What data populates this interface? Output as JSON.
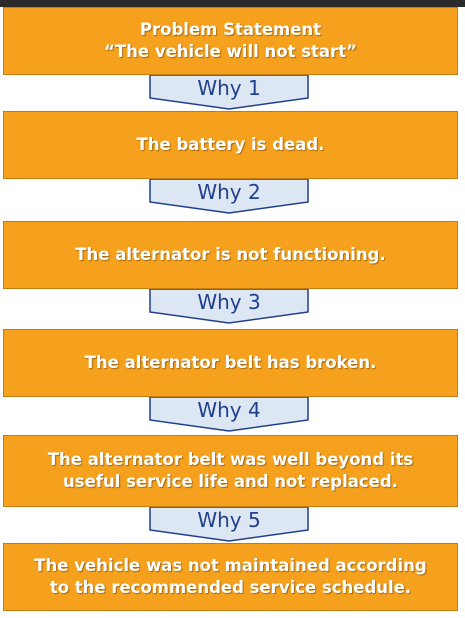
{
  "problem": {
    "line1": "Problem Statement",
    "line2": "“The vehicle will not start”"
  },
  "whys": [
    {
      "label": "Why 1",
      "answer_lines": [
        "The battery is dead."
      ]
    },
    {
      "label": "Why 2",
      "answer_lines": [
        "The alternator is not functioning."
      ]
    },
    {
      "label": "Why 3",
      "answer_lines": [
        "The alternator belt has broken."
      ]
    },
    {
      "label": "Why 4",
      "answer_lines": [
        "The alternator belt was well beyond its",
        "useful service life and not replaced."
      ]
    },
    {
      "label": "Why 5",
      "answer_lines": [
        "The vehicle was not maintained according",
        "to the recommended service schedule."
      ]
    }
  ],
  "colors": {
    "box_fill": "#f6a11d",
    "box_text": "#ffffff",
    "why_fill": "#dde6f3",
    "why_text": "#1f3f8f"
  }
}
